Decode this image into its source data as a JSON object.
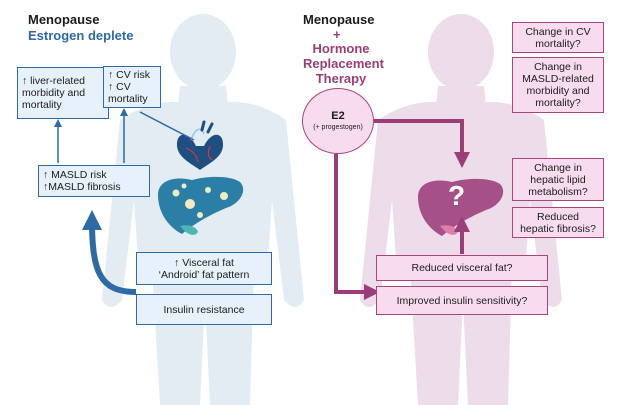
{
  "left_panel": {
    "title": "Menopause",
    "subtitle": "Estrogen deplete",
    "boxes": {
      "liver_mortality": [
        "↑ liver-related",
        "morbidity and",
        "mortality"
      ],
      "cv_risk": [
        "↑ CV risk",
        "↑ CV",
        "mortality"
      ],
      "masld": [
        "↑ MASLD risk",
        "↑MASLD fibrosis"
      ],
      "visceral_fat": [
        "↑ Visceral fat",
        "‘Android’ fat pattern"
      ],
      "insulin_resistance": [
        "Insulin resistance"
      ]
    }
  },
  "right_panel": {
    "title": "Menopause",
    "plus": "+",
    "subtitle": [
      "Hormone",
      "Replacement",
      "Therapy"
    ],
    "e2": {
      "main": "E2",
      "sub": "(+ progestogen)"
    },
    "question_mark": "?",
    "boxes": {
      "cv_mortality": [
        "Change in CV",
        "mortality?"
      ],
      "masld_mortality": [
        "Change in",
        "MASLD-related",
        "morbidity and",
        "mortality?"
      ],
      "lipid_metabolism": [
        "Change in",
        "hepatic lipid",
        "metabolism?"
      ],
      "fibrosis": [
        "Reduced",
        "hepatic fibrosis?"
      ],
      "visceral_fat": [
        "Reduced visceral fat?"
      ],
      "insulin_sensitivity": [
        "Improved insulin sensitivity?"
      ]
    }
  },
  "colors": {
    "blue_accent": "#2e6aa6",
    "blue_fill": "#e6f1fb",
    "purple_accent": "#9b3d77",
    "purple_fill": "#f7dcef",
    "left_silhouette": "#e3ecf3",
    "right_silhouette": "#eddcea"
  },
  "icons": [
    "heart-icon",
    "liver-icon",
    "liver-question-icon"
  ]
}
